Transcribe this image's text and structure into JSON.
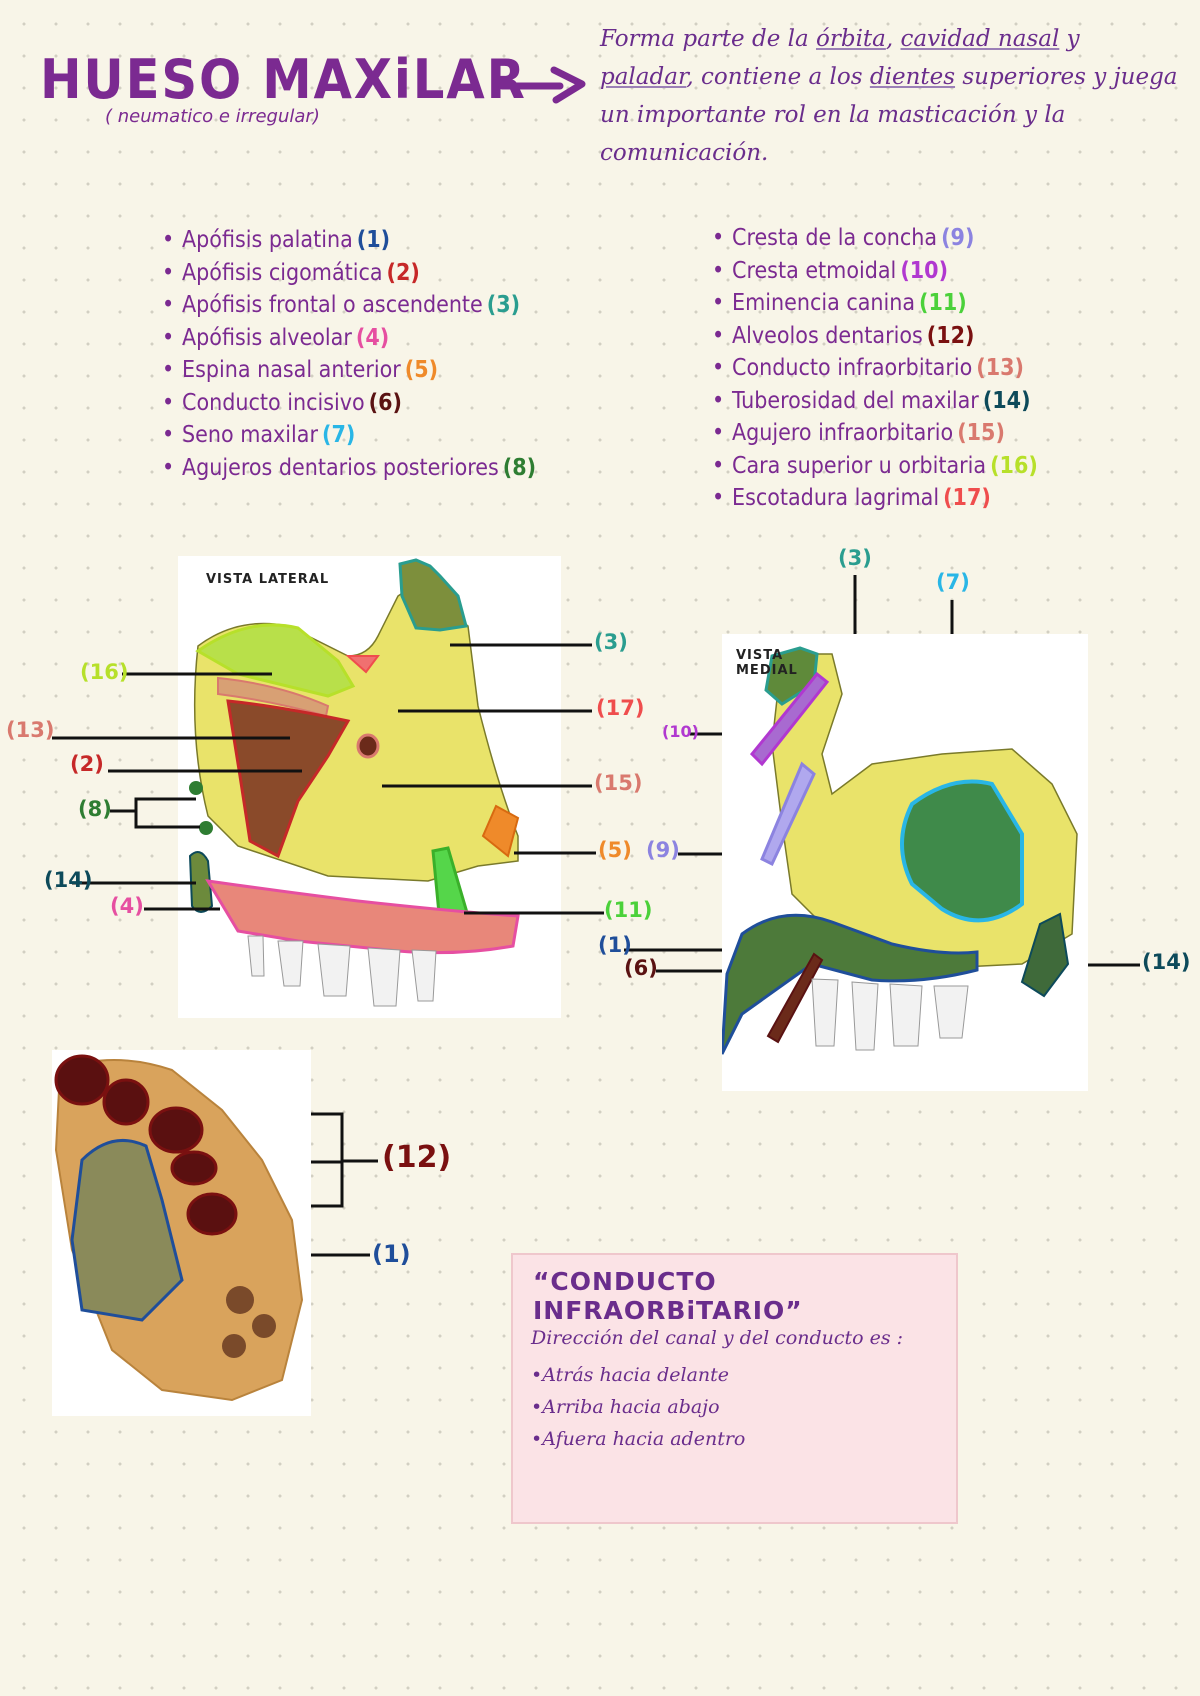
{
  "header": {
    "title": "HUESO MAXiLAR",
    "subtitle": "( neumatico e irregular)",
    "intro": {
      "p1": "Forma parte de la ",
      "orbita": "órbita",
      "comma1": ", ",
      "cavidad": "cavidad nasal",
      "p2": " y ",
      "paladar": "paladar",
      "p3": ", contiene a los ",
      "dientes": "dientes",
      "p4": " superiores y juega un importante rol en la masticación y la comunicación."
    }
  },
  "colors": {
    "purple": "#7b2a91",
    "c1": "#1f4e9a",
    "c2": "#c62828",
    "c3": "#2a9d8f",
    "c4": "#e64fa1",
    "c5": "#ef8a2a",
    "c6": "#5a1212",
    "c7": "#29b6e6",
    "c8": "#2e7d32",
    "c9": "#8c83e0",
    "c10": "#b138d0",
    "c11": "#4bd13a",
    "c12": "#7a1010",
    "c13": "#d9796e",
    "c14": "#0d4a5a",
    "c15": "#d9796e",
    "c16": "#b7e02a",
    "c17": "#ef4d4d"
  },
  "list_left": [
    {
      "text": "Apófisis palatina",
      "num": "(1)"
    },
    {
      "text": "Apófisis cigomática",
      "num": "(2)"
    },
    {
      "text": "Apófisis frontal o ascendente",
      "num": "(3)"
    },
    {
      "text": "Apófisis alveolar",
      "num": "(4)"
    },
    {
      "text": "Espina nasal anterior",
      "num": "(5)"
    },
    {
      "text": "Conducto incisivo",
      "num": "(6)"
    },
    {
      "text": "Seno maxilar",
      "num": "(7)"
    },
    {
      "text": "Agujeros dentarios posteriores",
      "num": "(8)"
    }
  ],
  "list_right": [
    {
      "text": "Cresta de la concha",
      "num": "(9)"
    },
    {
      "text": "Cresta etmoidal",
      "num": "(10)"
    },
    {
      "text": "Eminencia canina",
      "num": "(11)"
    },
    {
      "text": "Alveolos dentarios",
      "num": "(12)"
    },
    {
      "text": "Conducto infraorbitario",
      "num": "(13)"
    },
    {
      "text": "Tuberosidad del maxilar",
      "num": "(14)"
    },
    {
      "text": "Agujero infraorbitario",
      "num": "(15)"
    },
    {
      "text": "Cara superior u orbitaria",
      "num": "(16)"
    },
    {
      "text": "Escotadura lagrimal",
      "num": "(17)"
    }
  ],
  "lateral": {
    "view": "VISTA LATERAL",
    "labels": {
      "l3": "(3)",
      "l16": "(16)",
      "l17": "(17)",
      "l13": "(13)",
      "l2": "(2)",
      "l15": "(15)",
      "l8": "(8)",
      "l5": "(5)",
      "l14": "(14)",
      "l4": "(4)",
      "l11": "(11)"
    }
  },
  "medial": {
    "view_line1": "VISTA",
    "view_line2": "MEDIAL",
    "labels": {
      "l3": "(3)",
      "l7": "(7)",
      "l10": "(10)",
      "l9": "(9)",
      "l1": "(1)",
      "l6": "(6)",
      "l14": "(14)"
    }
  },
  "inferior": {
    "labels": {
      "l12": "(12)",
      "l1": "(1)"
    }
  },
  "card": {
    "title": "“CONDUCTO   INFRAORBiTARIO”",
    "sub": "Dirección del canal y del conducto es :",
    "items": [
      "Atrás hacia delante",
      "Arriba hacia abajo",
      "Afuera hacia adentro"
    ]
  }
}
